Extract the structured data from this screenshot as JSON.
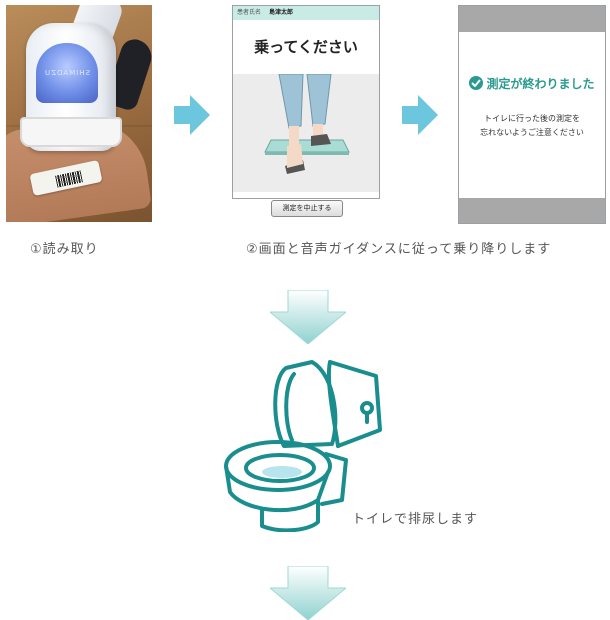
{
  "step1": {
    "caption": "①読み取り",
    "device_brand": "SHIMADZU"
  },
  "step2": {
    "caption": "②画面と音声ガイダンスに従って乗り降りします",
    "screen": {
      "patient_label": "患者氏名",
      "patient_name": "島津太郎",
      "instruction": "乗ってください",
      "stop_button": "測定を中止する"
    }
  },
  "step3": {
    "done_title": "測定が終わりました",
    "note_line1": "トイレに行った後の測定を",
    "note_line2": "忘れないようご注意ください"
  },
  "step4": {
    "caption": "トイレで排尿します"
  },
  "colors": {
    "arrow": "#6cc6dd",
    "teal": "#1a8e8e",
    "accent": "#2a9a8f",
    "header_bar": "#c8ebe5"
  },
  "icons": [
    "arrow-right-icon",
    "arrow-down-icon",
    "checkmark-icon",
    "toilet-icon"
  ]
}
